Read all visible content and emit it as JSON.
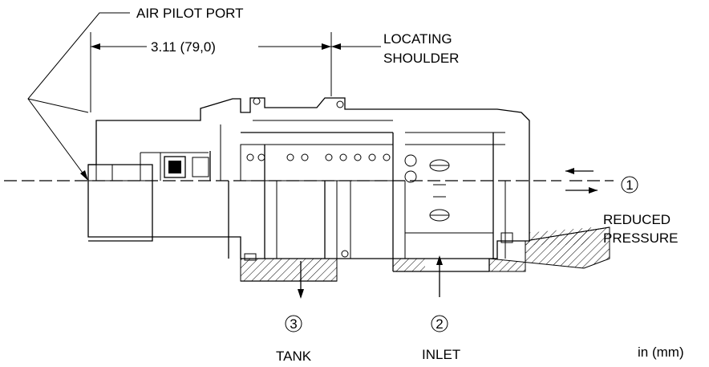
{
  "labels": {
    "air_pilot_port": "AIR PILOT PORT",
    "dimension": "3.11 (79,0)",
    "locating_line1": "LOCATING",
    "locating_line2": "SHOULDER",
    "reduced_line1": "REDUCED",
    "reduced_line2": "PRESSURE",
    "tank": "TANK",
    "inlet": "INLET",
    "units": "in (mm)"
  },
  "ports": {
    "p1": "1",
    "p2": "2",
    "p3": "3"
  }
}
